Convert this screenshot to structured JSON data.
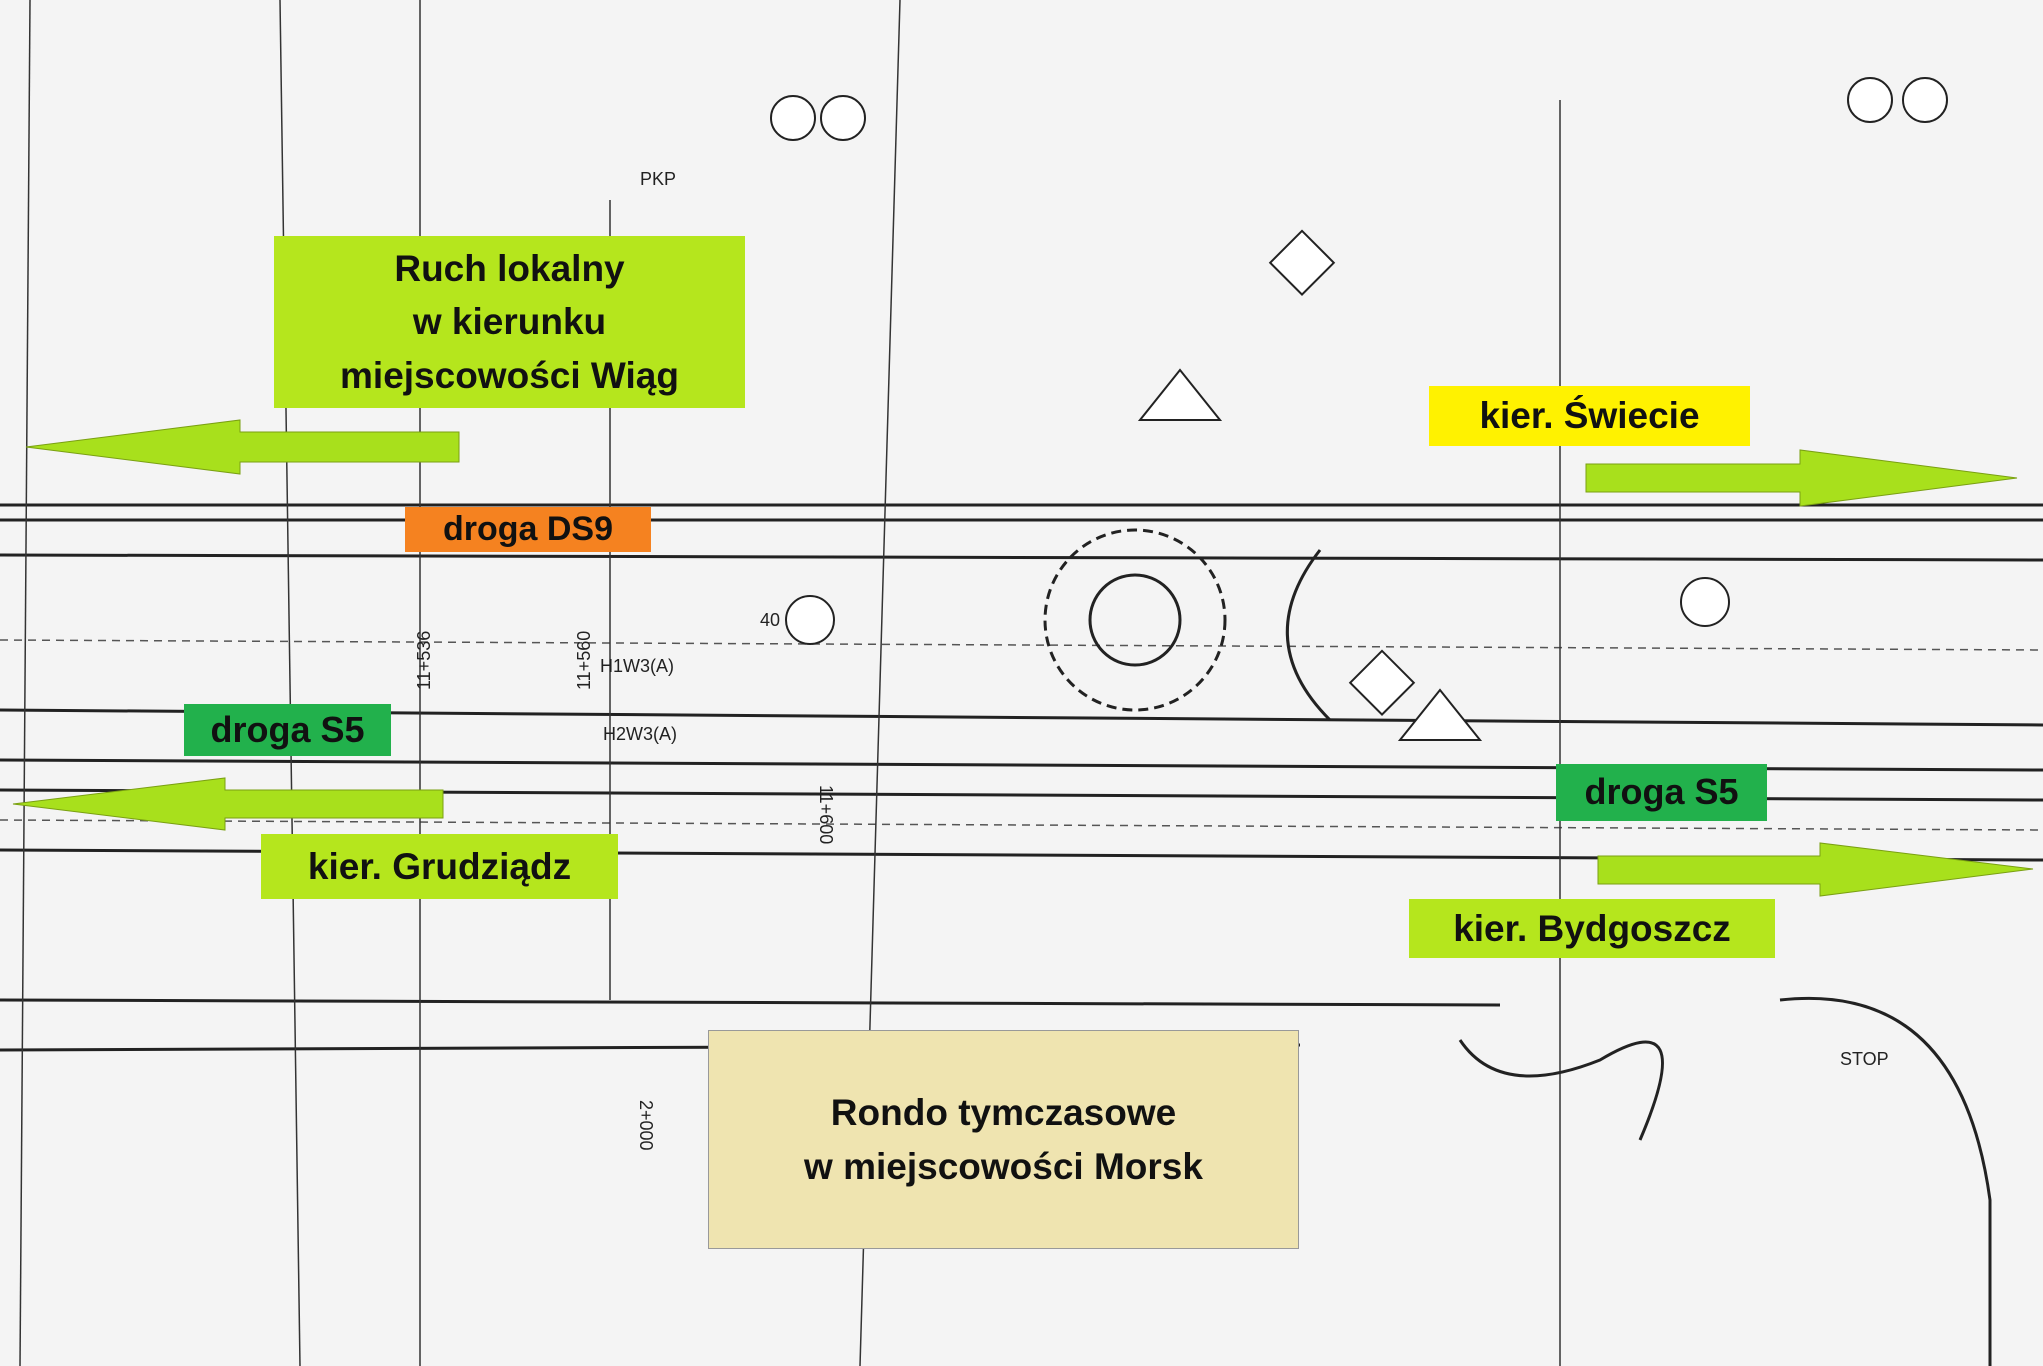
{
  "colors": {
    "local_traffic": "#b5e61d",
    "ds9": "#f58220",
    "swiecie": "#fff200",
    "s5": "#22b14c",
    "direction": "#b5e61d",
    "roundabout": "#efe4b0",
    "arrow": "#a8e01c"
  },
  "labels": {
    "local_traffic": [
      "Ruch lokalny",
      "w kierunku",
      "miejscowości Wiąg"
    ],
    "ds9": "droga DS9",
    "swiecie": "kier. Świecie",
    "s5_left": "droga S5",
    "s5_right": "droga S5",
    "grudziadz": "kier. Grudziądz",
    "bydgoszcz": "kier. Bydgoszcz",
    "roundabout": [
      "Rondo tymczasowe",
      "w miejscowości Morsk"
    ]
  },
  "plan_text": {
    "chainage_1": "2+000",
    "chainage_2": "11+600",
    "chainage_3": "11+560",
    "chainage_4": "11+536",
    "lane_1": "H1W3(A)",
    "lane_2": "H2W3(A)",
    "speed_sign": "40",
    "stop_sign": "STOP",
    "pkp": "PKP"
  }
}
